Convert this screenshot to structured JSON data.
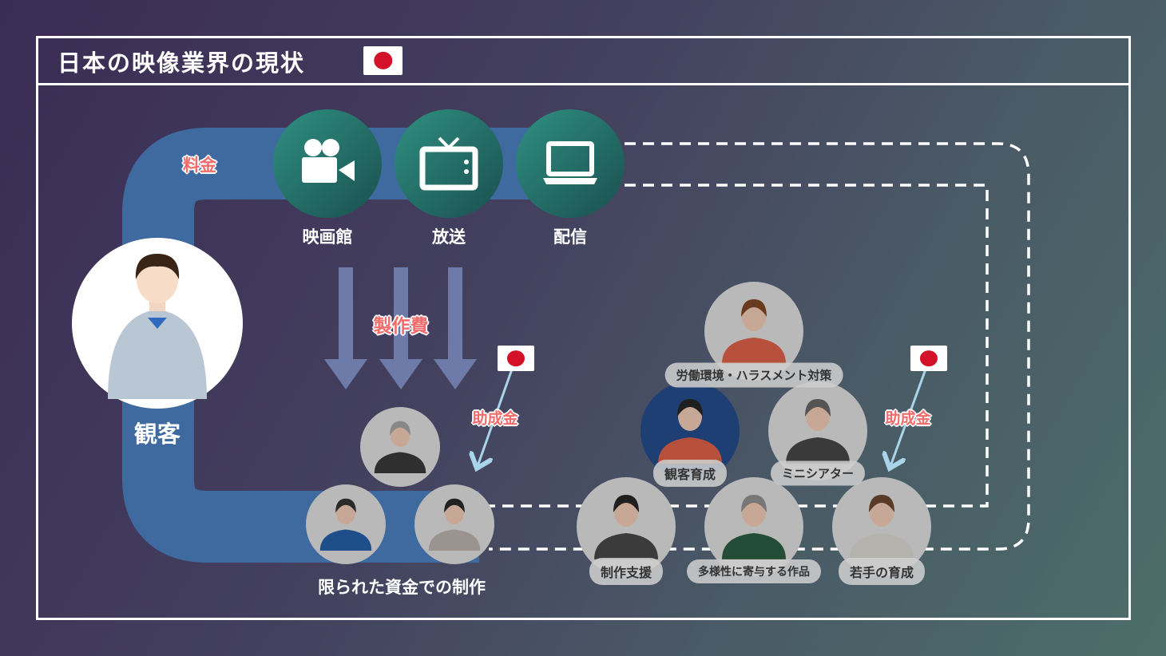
{
  "title": "日本の映像業界の現状",
  "media": [
    {
      "label": "映画館",
      "icon": "movie-camera-icon"
    },
    {
      "label": "放送",
      "icon": "tv-icon"
    },
    {
      "label": "配信",
      "icon": "laptop-icon"
    }
  ],
  "audience_label": "観客",
  "fee_label": "料金",
  "production_cost_label": "製作費",
  "subsidy_label_left": "助成金",
  "subsidy_label_right": "助成金",
  "limited_funds_label": "限られた資金での制作",
  "support_items": [
    "労働環境・ハラスメント対策",
    "観客育成",
    "ミニシアター",
    "制作支援",
    "多様性に寄与する作品",
    "若手の育成"
  ],
  "colors": {
    "pipe": "#3f6aa0",
    "media_circle": "#237466",
    "accent_red": "#f26b6b",
    "arrow": "#6e7aa8",
    "subsidy_arrow": "#a9d4ea",
    "flag_red": "#d3122a"
  }
}
